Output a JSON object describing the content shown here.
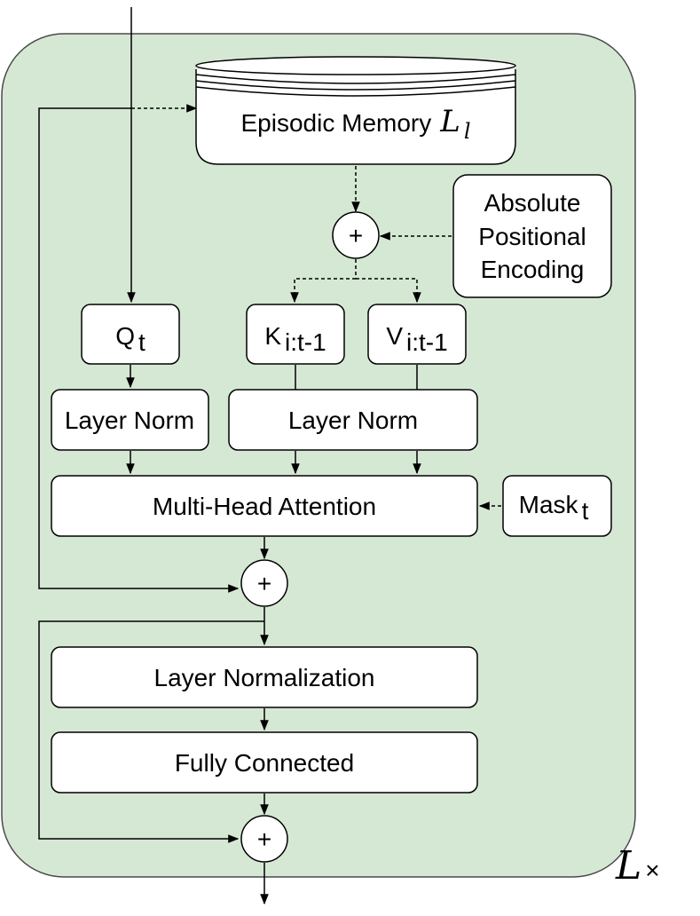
{
  "colors": {
    "block_fill": "#d5e8d4",
    "block_stroke": "#4a4a4a",
    "box_fill": "#ffffff",
    "ink": "#000000"
  },
  "memory": {
    "label": "Episodic Memory",
    "symbol": "L",
    "subscript": "l"
  },
  "pos_encoding": {
    "line1": "Absolute",
    "line2": "Positional",
    "line3": "Encoding"
  },
  "q": {
    "base": "Q",
    "sub": "t"
  },
  "k": {
    "base": "K",
    "sub": "i:t-1"
  },
  "v": {
    "base": "V",
    "sub": "i:t-1"
  },
  "mask": {
    "base": "Mask",
    "sub": "t"
  },
  "layer_norm_q": "Layer Norm",
  "layer_norm_kv": "Layer Norm",
  "attention": "Multi-Head Attention",
  "layer_normalization": "Layer Normalization",
  "fully_connected": "Fully Connected",
  "plus": "+",
  "repeat": {
    "symbol": "L",
    "times": "×"
  }
}
